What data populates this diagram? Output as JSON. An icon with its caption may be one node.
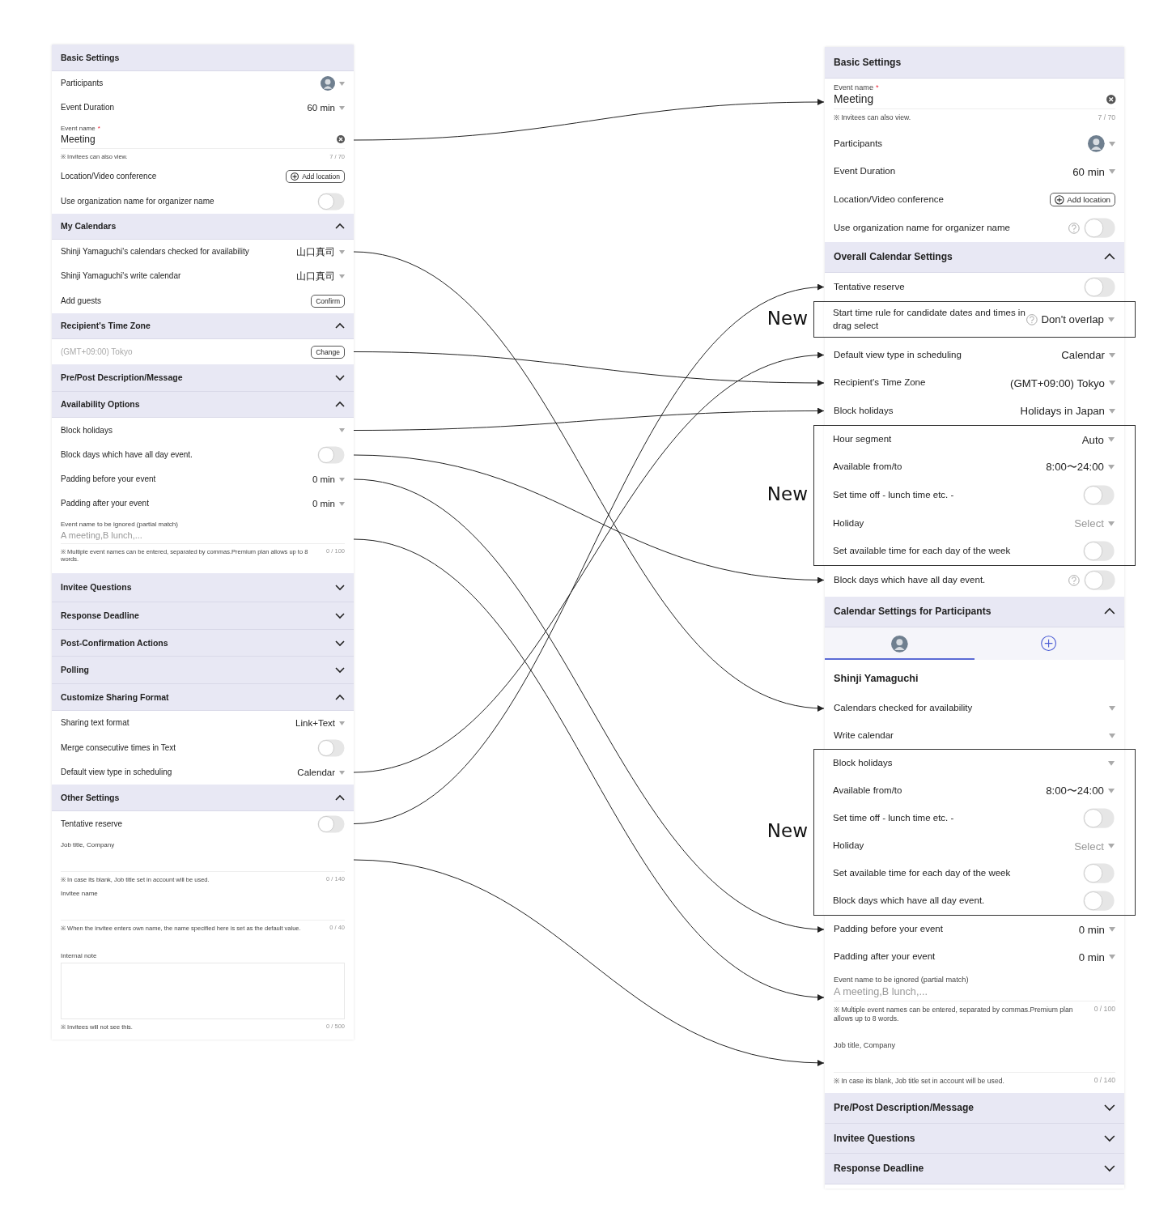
{
  "diagram": {
    "nodes": [
      {
        "text": [
          "Basic Settings"
        ]
      },
      {
        "text": [
          "Participants"
        ]
      },
      {
        "text": [
          "Event Duration",
          "60 min"
        ]
      },
      {
        "text": [
          "Event name",
          "*",
          "Meeting",
          "※ Invitees can also view.",
          "7 / 70"
        ]
      },
      {
        "text": [
          "Location/Video conference",
          "Add location"
        ]
      },
      {
        "text": [
          "Use organization name for organizer name"
        ]
      },
      {
        "text": [
          "My Calendars"
        ]
      },
      {
        "text": [
          "Shinji Yamaguchi's calendars checked for availability",
          "山口真司"
        ]
      },
      {
        "text": [
          "Shinji Yamaguchi's write calendar",
          "山口真司"
        ]
      },
      {
        "text": [
          "Add guests",
          "Confirm"
        ]
      },
      {
        "text": [
          "Recipient's Time Zone"
        ]
      },
      {
        "text": [
          "(GMT+09:00) Tokyo",
          "Change"
        ]
      },
      {
        "text": [
          "Pre/Post Description/Message"
        ]
      },
      {
        "text": [
          "Availability Options"
        ]
      },
      {
        "text": [
          "Block holidays"
        ]
      },
      {
        "text": [
          "Block days which have all day event."
        ]
      },
      {
        "text": [
          "Padding before your event",
          "0 min"
        ]
      },
      {
        "text": [
          "Padding after your event",
          "0 min"
        ]
      },
      {
        "text": [
          "Event name to be ignored (partial match)",
          "A meeting,B lunch,...",
          "※ Multiple event names can be entered, separated by commas.Premium plan allows up to 8 words.",
          "0 / 100"
        ]
      },
      {
        "text": [
          "Invitee Questions"
        ]
      },
      {
        "text": [
          "Response Deadline"
        ]
      },
      {
        "text": [
          "Post-Confirmation Actions"
        ]
      },
      {
        "text": [
          "Polling"
        ]
      },
      {
        "text": [
          "Customize Sharing Format"
        ]
      },
      {
        "text": [
          "Sharing text format",
          "Link+Text"
        ]
      },
      {
        "text": [
          "Merge consecutive times in Text"
        ]
      },
      {
        "text": [
          "Default view type in scheduling",
          "Calendar"
        ]
      },
      {
        "text": [
          "Other Settings"
        ]
      },
      {
        "text": [
          "Tentative reserve"
        ]
      },
      {
        "text": [
          "Job title, Company",
          "※ In case its blank, Job title set in account will be used.",
          "0 / 140"
        ]
      },
      {
        "text": [
          "Invitee name",
          "※ When the invitee enters own name, the name specified here is set as the default value.",
          "0 / 40"
        ]
      },
      {
        "text": [
          "Internal note",
          "※ Invitees will not see this.",
          "0 / 500"
        ]
      },
      {
        "text": [
          "Basic Settings"
        ]
      },
      {
        "text": [
          "Event name",
          "*",
          "Meeting",
          "※ Invitees can also view.",
          "7 / 70"
        ]
      },
      {
        "text": [
          "Participants"
        ]
      },
      {
        "text": [
          "Event Duration",
          "60 min"
        ]
      },
      {
        "text": [
          "Location/Video conference",
          "Add location"
        ]
      },
      {
        "text": [
          "Use organization name for organizer name"
        ]
      },
      {
        "text": [
          "Overall Calendar Settings"
        ]
      },
      {
        "text": [
          "Tentative reserve"
        ]
      },
      {
        "text": [],
        "shape": "box",
        "beside": [
          "New"
        ]
      },
      {
        "text": [
          "Start time rule for candidate dates and times in drag select",
          "Don't overlap"
        ],
        "in": 40
      },
      {
        "text": [
          "Default view type in scheduling",
          "Calendar"
        ]
      },
      {
        "text": [
          "Recipient's Time Zone",
          "(GMT+09:00) Tokyo"
        ]
      },
      {
        "text": [
          "Block holidays",
          "Holidays in Japan"
        ]
      },
      {
        "text": [],
        "shape": "box",
        "beside": [
          "New"
        ]
      },
      {
        "text": [
          "Hour segment",
          "Auto"
        ],
        "in": 45
      },
      {
        "text": [
          "Available from/to",
          "8:00〜24:00"
        ],
        "in": 45
      },
      {
        "text": [
          "Set time off - lunch time etc. -"
        ],
        "in": 45
      },
      {
        "text": [
          "Holiday",
          "Select"
        ],
        "in": 45
      },
      {
        "text": [
          "Set available time for each day of the week"
        ],
        "in": 45
      },
      {
        "text": [
          "Block days which have all day event."
        ]
      },
      {
        "text": [
          "Calendar Settings for Participants"
        ]
      },
      {
        "text": [
          "Shinji Yamaguchi"
        ]
      },
      {
        "text": [
          "Calendars checked for availability"
        ]
      },
      {
        "text": [
          "Write calendar"
        ]
      },
      {
        "text": [],
        "shape": "box",
        "beside": [
          "New"
        ]
      },
      {
        "text": [
          "Block holidays"
        ],
        "in": 56
      },
      {
        "text": [
          "Available from/to",
          "8:00〜24:00"
        ],
        "in": 56
      },
      {
        "text": [
          "Set time off - lunch time etc. -"
        ],
        "in": 56
      },
      {
        "text": [
          "Holiday",
          "Select"
        ],
        "in": 56
      },
      {
        "text": [
          "Set available time for each day of the week"
        ],
        "in": 56
      },
      {
        "text": [
          "Block days which have all day event."
        ],
        "in": 56
      },
      {
        "text": [
          "Padding before your event",
          "0 min"
        ]
      },
      {
        "text": [
          "Padding after your event",
          "0 min"
        ]
      },
      {
        "text": [
          "Event name to be ignored (partial match)",
          "A meeting,B lunch,...",
          "※ Multiple event names can be entered, separated by commas.Premium plan allows up to 8 words.",
          "0 / 100"
        ]
      },
      {
        "text": [
          "Job title, Company",
          "※ In case its blank, Job title set in account will be used.",
          "0 / 140"
        ]
      },
      {
        "text": [
          "Pre/Post Description/Message"
        ]
      },
      {
        "text": [
          "Invitee Questions"
        ]
      },
      {
        "text": [
          "Response Deadline"
        ]
      }
    ],
    "edges": [
      {
        "from": 3,
        "to": 33,
        "arrow": "to"
      },
      {
        "from": 7,
        "to": 54,
        "arrow": "to"
      },
      {
        "from": 11,
        "to": 43,
        "arrow": "to"
      },
      {
        "from": 14,
        "to": 44,
        "arrow": "to"
      },
      {
        "from": 15,
        "to": 51,
        "arrow": "to"
      },
      {
        "from": 16,
        "to": 63,
        "arrow": "to"
      },
      {
        "from": 18,
        "to": 65,
        "arrow": "to"
      },
      {
        "from": 26,
        "to": 42,
        "arrow": "to"
      },
      {
        "from": 28,
        "to": 39,
        "arrow": "to"
      },
      {
        "from": 29,
        "to": 66,
        "arrow": "to"
      }
    ]
  }
}
